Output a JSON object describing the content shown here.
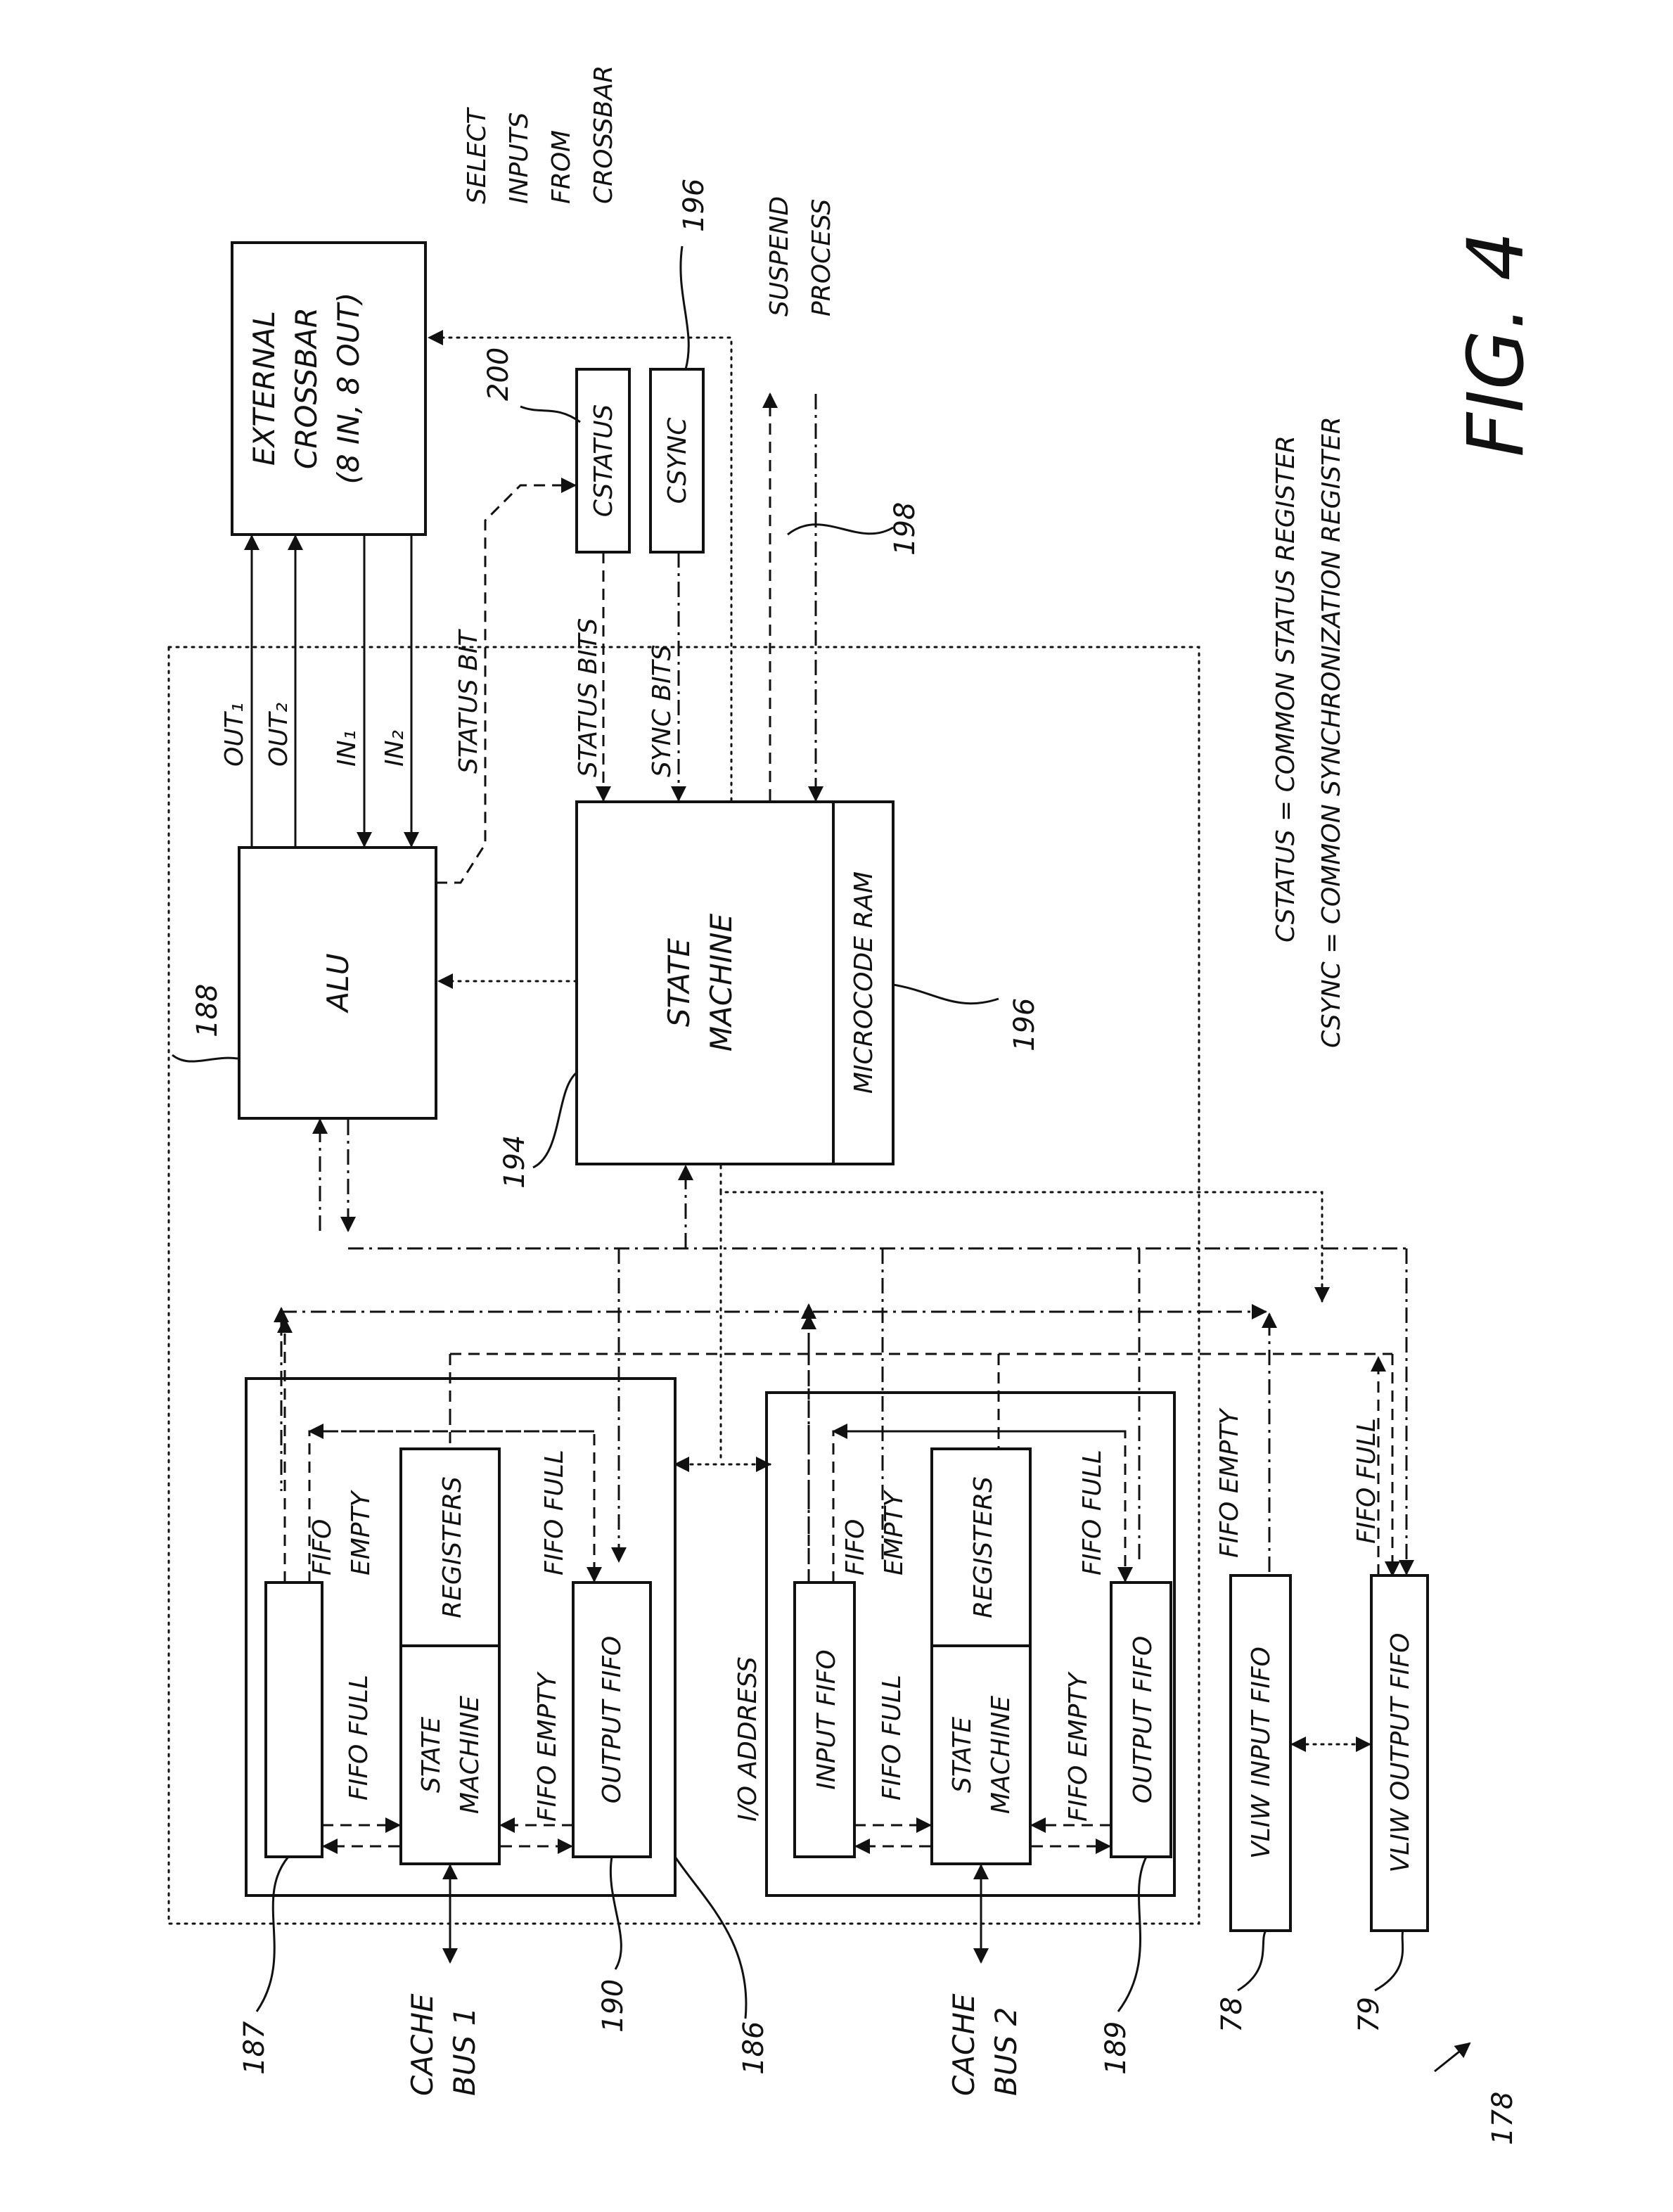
{
  "figure_label": "FIG. 4",
  "blocks": {
    "crossbar": [
      "EXTERNAL",
      "CROSSBAR",
      "(8 IN, 8 OUT)"
    ],
    "alu": "ALU",
    "state_machine": [
      "STATE",
      "MACHINE"
    ],
    "microcode_ram": "MICROCODE RAM",
    "cstatus": "CSTATUS",
    "csync": "CSYNC",
    "registers_1": "REGISTERS",
    "registers_2": "REGISTERS",
    "small_sm_1": [
      "STATE",
      "MACHINE"
    ],
    "small_sm_2": [
      "STATE",
      "MACHINE"
    ],
    "output_fifo_1": "OUTPUT FIFO",
    "output_fifo_2": "OUTPUT FIFO",
    "input_fifo_2": "INPUT FIFO",
    "vliw_input_fifo": "VLIW INPUT FIFO",
    "vliw_output_fifo": "VLIW OUTPUT FIFO"
  },
  "signals": {
    "out1": "OUT₁",
    "out2": "OUT₂",
    "in1": "IN₁",
    "in2": "IN₂",
    "status_bit": "STATUS BIT",
    "status_bits": "STATUS BITS",
    "sync_bits": "SYNC BITS",
    "select_inputs": [
      "SELECT",
      "INPUTS",
      "FROM",
      "CROSSBAR"
    ],
    "suspend_process": [
      "SUSPEND",
      "PROCESS"
    ],
    "fifo_empty_a": [
      "FIFO",
      "EMPTY"
    ],
    "fifo_full_a": "FIFO FULL",
    "fifo_full_b": "FIFO FULL",
    "fifo_empty_b": "FIFO EMPTY",
    "fifo_empty_c": [
      "FIFO",
      "EMPTY"
    ],
    "fifo_full_c": "FIFO FULL",
    "fifo_full_d": "FIFO FULL",
    "fifo_empty_d": "FIFO EMPTY",
    "io_address": "I/O ADDRESS",
    "vliw_fifo_empty": "FIFO EMPTY",
    "vliw_fifo_full": "FIFO FULL",
    "cache_bus_1": [
      "CACHE",
      "BUS 1"
    ],
    "cache_bus_2": [
      "CACHE",
      "BUS 2"
    ]
  },
  "legend": [
    "CSTATUS = COMMON STATUS REGISTER",
    "CSYNC = COMMON SYNCHRONIZATION REGISTER"
  ],
  "refs": {
    "r200": "200",
    "r196_top": "196",
    "r198": "198",
    "r188": "188",
    "r194": "194",
    "r196_mid": "196",
    "r187": "187",
    "r190": "190",
    "r186": "186",
    "r189": "189",
    "r78": "78",
    "r79": "79",
    "r178": "178"
  }
}
